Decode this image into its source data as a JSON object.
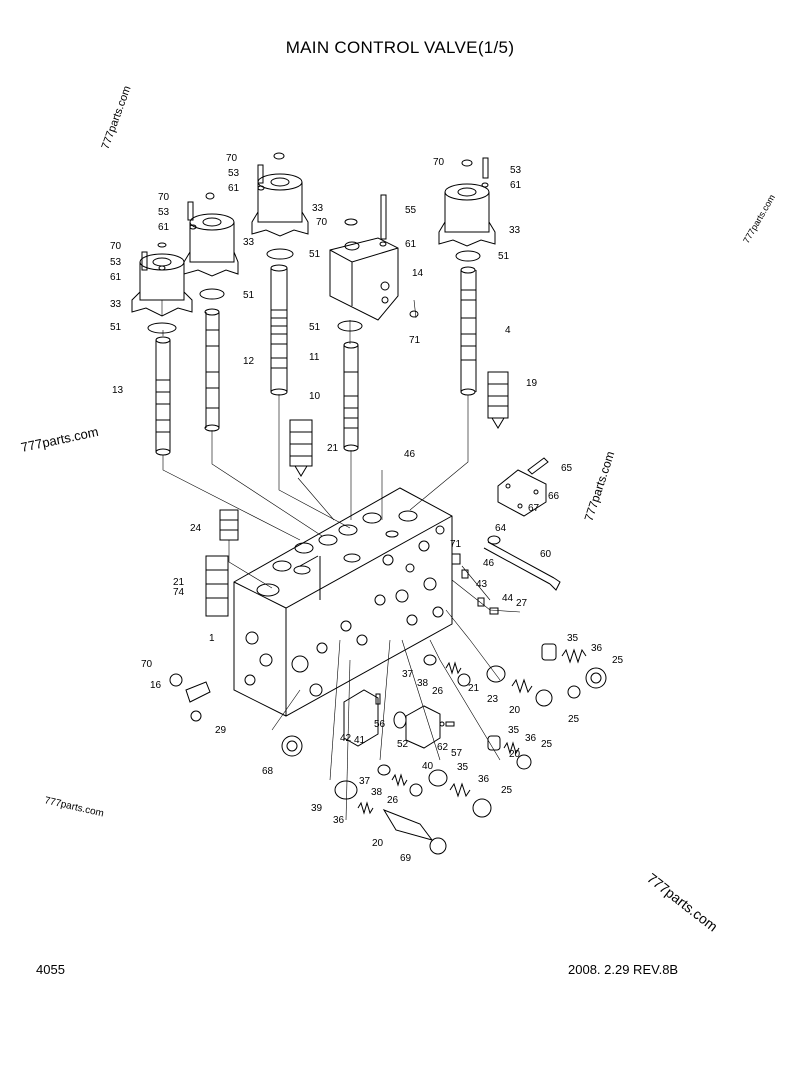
{
  "title": "MAIN CONTROL VALVE(1/5)",
  "footer": {
    "page_code": "4055",
    "date_rev": "2008. 2.29  REV.8B"
  },
  "watermark": "777parts.com",
  "labels": [
    {
      "id": "70a",
      "t": "70"
    },
    {
      "id": "53a",
      "t": "53"
    },
    {
      "id": "61a",
      "t": "61"
    },
    {
      "id": "33a",
      "t": "33"
    },
    {
      "id": "70b",
      "t": "70"
    },
    {
      "id": "53b",
      "t": "53"
    },
    {
      "id": "61b",
      "t": "61"
    },
    {
      "id": "33b",
      "t": "33"
    },
    {
      "id": "70c",
      "t": "70"
    },
    {
      "id": "53c",
      "t": "53"
    },
    {
      "id": "61c",
      "t": "61"
    },
    {
      "id": "33c",
      "t": "33"
    },
    {
      "id": "70d",
      "t": "70"
    },
    {
      "id": "53d",
      "t": "53"
    },
    {
      "id": "61d",
      "t": "61"
    },
    {
      "id": "33d",
      "t": "33"
    },
    {
      "id": "55",
      "t": "55"
    },
    {
      "id": "70e",
      "t": "70"
    },
    {
      "id": "61e",
      "t": "61"
    },
    {
      "id": "14",
      "t": "14"
    },
    {
      "id": "51a",
      "t": "51"
    },
    {
      "id": "51b",
      "t": "51"
    },
    {
      "id": "51c",
      "t": "51"
    },
    {
      "id": "51d",
      "t": "51"
    },
    {
      "id": "51e",
      "t": "51"
    },
    {
      "id": "71a",
      "t": "71"
    },
    {
      "id": "4",
      "t": "4"
    },
    {
      "id": "19",
      "t": "19"
    },
    {
      "id": "13",
      "t": "13"
    },
    {
      "id": "12",
      "t": "12"
    },
    {
      "id": "11",
      "t": "11"
    },
    {
      "id": "10",
      "t": "10"
    },
    {
      "id": "21a",
      "t": "21"
    },
    {
      "id": "46a",
      "t": "46"
    },
    {
      "id": "65",
      "t": "65"
    },
    {
      "id": "66",
      "t": "66"
    },
    {
      "id": "67",
      "t": "67"
    },
    {
      "id": "24",
      "t": "24"
    },
    {
      "id": "64",
      "t": "64"
    },
    {
      "id": "60",
      "t": "60"
    },
    {
      "id": "71b",
      "t": "71"
    },
    {
      "id": "46b",
      "t": "46"
    },
    {
      "id": "21b",
      "t": "21"
    },
    {
      "id": "74",
      "t": "74"
    },
    {
      "id": "43",
      "t": "43"
    },
    {
      "id": "44",
      "t": "44"
    },
    {
      "id": "27",
      "t": "27"
    },
    {
      "id": "1",
      "t": "1"
    },
    {
      "id": "35a",
      "t": "35"
    },
    {
      "id": "36a",
      "t": "36"
    },
    {
      "id": "25a",
      "t": "25"
    },
    {
      "id": "70f",
      "t": "70"
    },
    {
      "id": "37a",
      "t": "37"
    },
    {
      "id": "38a",
      "t": "38"
    },
    {
      "id": "26a",
      "t": "26"
    },
    {
      "id": "21c",
      "t": "21"
    },
    {
      "id": "23",
      "t": "23"
    },
    {
      "id": "20a",
      "t": "20"
    },
    {
      "id": "25b",
      "t": "25"
    },
    {
      "id": "16",
      "t": "16"
    },
    {
      "id": "29",
      "t": "29"
    },
    {
      "id": "56",
      "t": "56"
    },
    {
      "id": "42",
      "t": "42"
    },
    {
      "id": "41",
      "t": "41"
    },
    {
      "id": "52",
      "t": "52"
    },
    {
      "id": "62",
      "t": "62"
    },
    {
      "id": "57",
      "t": "57"
    },
    {
      "id": "40",
      "t": "40"
    },
    {
      "id": "35b",
      "t": "35"
    },
    {
      "id": "36b",
      "t": "36"
    },
    {
      "id": "25c",
      "t": "25"
    },
    {
      "id": "20b",
      "t": "20"
    },
    {
      "id": "68",
      "t": "68"
    },
    {
      "id": "37b",
      "t": "37"
    },
    {
      "id": "38b",
      "t": "38"
    },
    {
      "id": "26b",
      "t": "26"
    },
    {
      "id": "35c",
      "t": "35"
    },
    {
      "id": "36c",
      "t": "36"
    },
    {
      "id": "25d",
      "t": "25"
    },
    {
      "id": "39",
      "t": "39"
    },
    {
      "id": "36d",
      "t": "36"
    },
    {
      "id": "20c",
      "t": "20"
    },
    {
      "id": "69",
      "t": "69"
    }
  ]
}
